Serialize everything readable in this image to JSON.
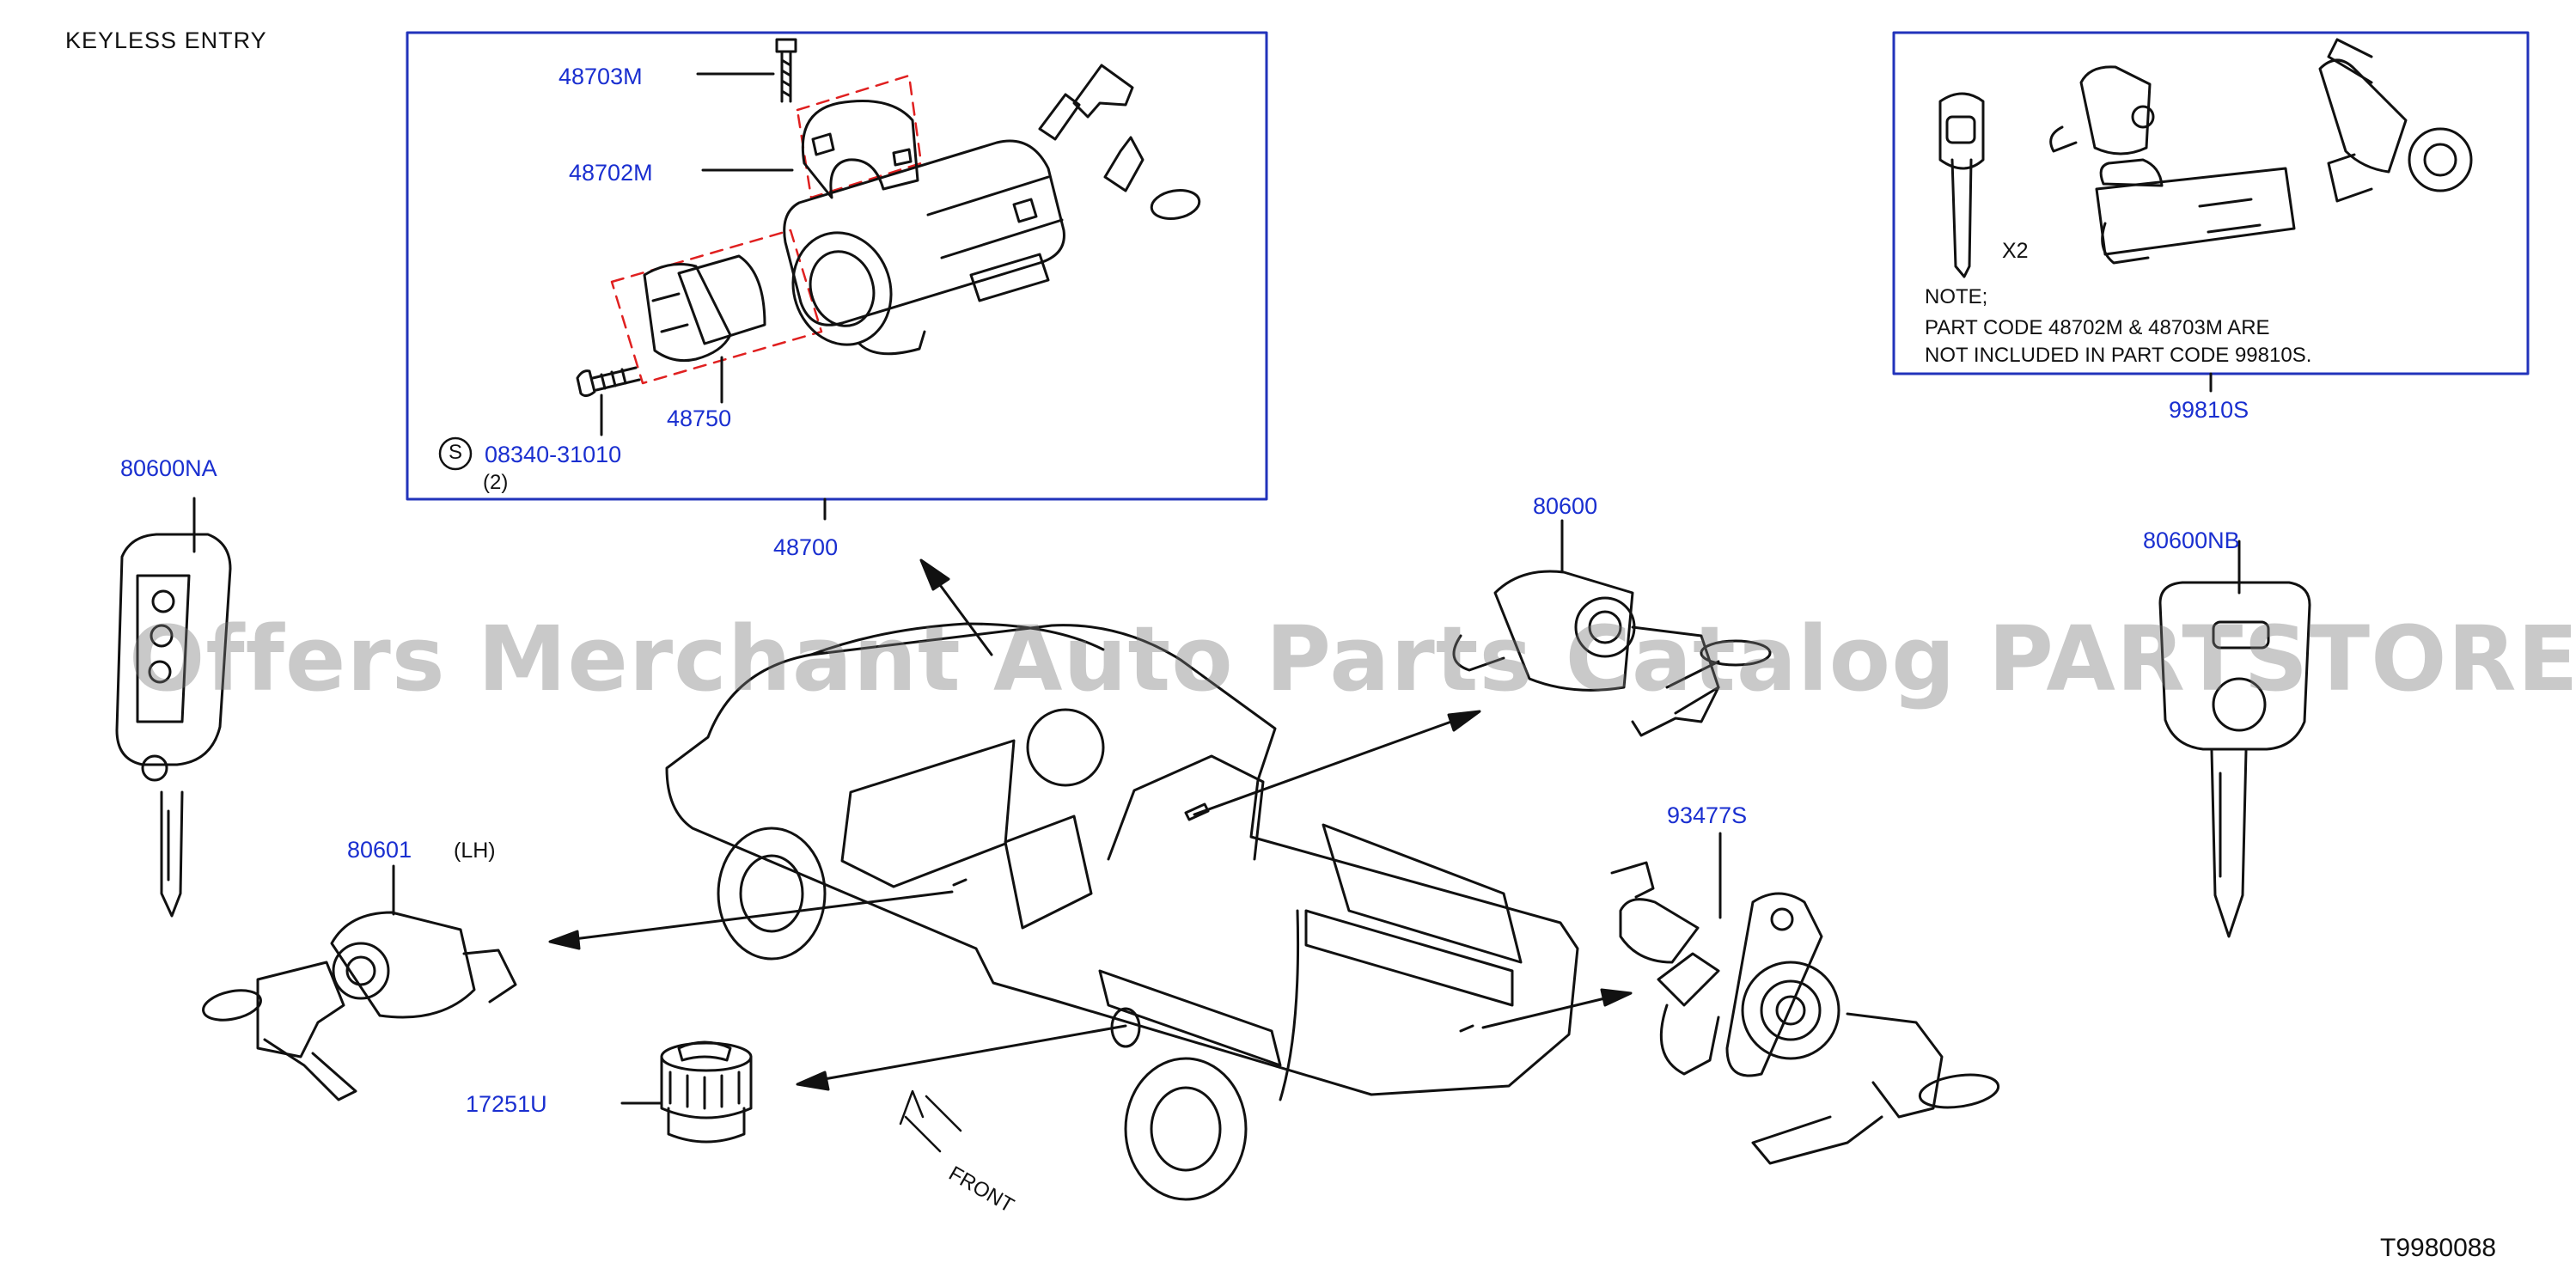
{
  "header": {
    "title": "KEYLESS   ENTRY"
  },
  "parts": {
    "p48703M": "48703M",
    "p48702M": "48702M",
    "p48750": "48750",
    "p08340": "08340-31010",
    "p08340_qty": "(2)",
    "screw_symbol": "S",
    "p48700": "48700",
    "p80600NA": "80600NA",
    "p80600": "80600",
    "p80600NB": "80600NB",
    "p80601": "80601",
    "p80601_side": "(LH)",
    "p93477S": "93477S",
    "p17251U": "17251U",
    "p99810S": "99810S"
  },
  "kit_box": {
    "qty": "X2",
    "note_heading": "NOTE;",
    "note_line1": "PART   CODE   48702M   &   48703M   ARE",
    "note_line2": "NOT   INCLUDED   IN   PART   CODE   99810S."
  },
  "direction_label": "FRONT",
  "diagram_code": "T9980088",
  "watermark": "Offers Merchant Auto Parts Catalog PARTSTORE.SA",
  "colors": {
    "callout_text": "#1a2fd0",
    "line_art": "#111111",
    "box_border": "#2233bb",
    "dashed_outline": "#e02020"
  }
}
